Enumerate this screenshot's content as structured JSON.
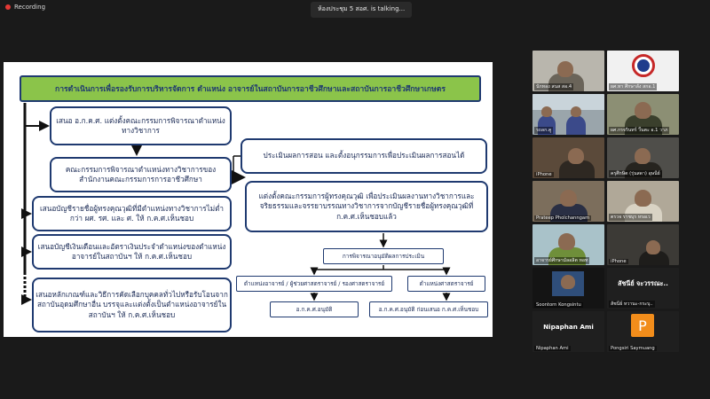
{
  "topbar": {
    "recording_label": "Recording",
    "talking_text": "ห้องประชุม 5 สอศ. is talking..."
  },
  "slide": {
    "title": "การดำเนินการเพื่อรองรับการบริหารจัดการ ตำแหน่ง อาจารย์ในสถาบันการอาชีวศึกษาและสถาบันการอาชีวศึกษาเกษตร",
    "left_boxes": [
      "เสนอ อ.ก.ค.ศ. แต่งตั้งคณะกรรมการพิจารณาตำแหน่งทางวิชาการ",
      "คณะกรรมการพิจารณาตำแหน่งทางวิชาการของสำนักงานคณะกรรมการการอาชีวศึกษา",
      "เสนอบัญชีรายชื่อผู้ทรงคุณวุฒิที่มีตำแหน่งทางวิชาการไม่ต่ำกว่า ผศ. รศ. และ ศ. ให้ ก.ค.ศ.เห็นชอบ",
      "เสนอบัญชีเงินเดือนและอัตราเงินประจำตำแหน่งของตำแหน่งอาจารย์ในสถาบันฯ ให้ ก.ค.ศ.เห็นชอบ",
      "เสนอหลักเกณฑ์และวิธีการคัดเลือกบุคคลทั่วไปหรือรับโอนจากสถาบันอุดมศึกษาอื่น บรรจุและแต่งตั้งเป็นตำแหน่งอาจารย์ในสถาบันฯ ให้ ก.ค.ศ.เห็นชอบ"
    ],
    "right_boxes": [
      "ประเมินผลการสอน และตั้งอนุกรรมการเพื่อประเมินผลการสอนได้",
      "แต่งตั้งคณะกรรมการผู้ทรงคุณวุฒิ เพื่อประเมินผลงานทางวิชาการและจริยธรรมและจรรยาบรรณทางวิชาการจากบัญชีรายชื่อผู้ทรงคุณวุฒิที่ ก.ค.ศ.เห็นชอบแล้ว"
    ],
    "small_boxes": {
      "consider": "การพิจารณาอนุมัติผลการประเมิน",
      "assistant": "ตำแหน่งอาจารย์ / ผู้ช่วยศาสตราจารย์ / รองศาสตราจารย์",
      "professor": "ตำแหน่งศาสตราจารย์",
      "approve_a": "อ.ก.ค.ศ.อนุมัติ",
      "approve_b": "อ.ก.ค.ศ.อนุมัติ ก่อนเสนอ ก.ค.ศ.เห็นชอบ"
    }
  },
  "participants": [
    {
      "name": "นักทอง สนส สอ.4"
    },
    {
      "name": "ผศ.ทา ศึกษาลัง สกอ.1"
    },
    {
      "name": "รถลก.คู"
    },
    {
      "name": "ผศ.กรจรินทร์ วี้นตะ อ.1 วาภ"
    },
    {
      "name": "iPhone"
    },
    {
      "name": "ครุศึกษิต (รุ่นสดา) อุษนีย์"
    },
    {
      "name": "Prateep Pholchanngam"
    },
    {
      "name": "ตรวจ ราชบุร หรอเว"
    },
    {
      "name": "อาจารย์ศึกษามัลอลิต หอท"
    },
    {
      "name": "iPhone"
    },
    {
      "name": "Soontorn Kongsintu"
    },
    {
      "name": "สัชนีย์ จะวรรณะ..",
      "subname": "สัชนีย์ หวานะ-กระบุ.."
    },
    {
      "name": "Nipaphan Ami",
      "subname": "Nipaphan Ami"
    },
    {
      "name": "Pongsiri Saymuang",
      "avatar": "P"
    }
  ],
  "colors": {
    "title_green": "#8bc44a",
    "box_border": "#1f3a70",
    "recording_red": "#e53935",
    "avatar_orange": "#f28d1b"
  }
}
